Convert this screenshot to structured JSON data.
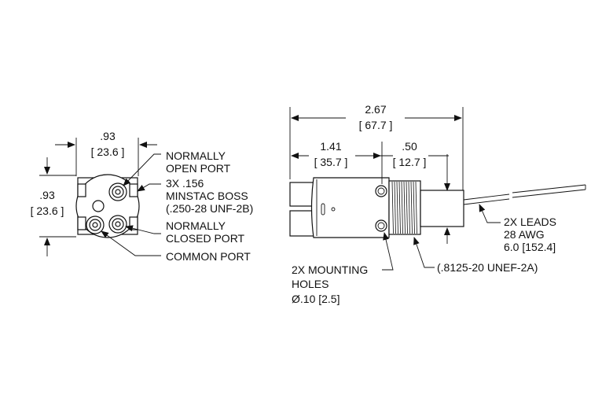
{
  "end_view": {
    "width_in": ".93",
    "width_mm": "[ 23.6 ]",
    "height_in": ".93",
    "height_mm": "[ 23.6 ]",
    "callouts": {
      "normally_open_line1": "NORMALLY",
      "normally_open_line2": "OPEN PORT",
      "boss_line1": "3X .156",
      "boss_line2": "MINSTAC BOSS",
      "boss_line3": "(.250-28 UNF-2B)",
      "normally_closed_line1": "NORMALLY",
      "normally_closed_line2": "CLOSED PORT",
      "common_port": "COMMON PORT"
    }
  },
  "side_view": {
    "overall_in": "2.67",
    "overall_mm": "[ 67.7 ]",
    "body_in": "1.41",
    "body_mm": "[ 35.7 ]",
    "thread_in": ".50",
    "thread_mm": "[ 12.7 ]",
    "callouts": {
      "leads_line1": "2X LEADS",
      "leads_line2": "28 AWG",
      "leads_line3": "6.0 [152.4]",
      "mounting_line1": "2X MOUNTING",
      "mounting_line2": "HOLES",
      "mounting_line3": "Ø.10 [2.5]",
      "thread_spec": "(.8125-20 UNEF-2A)"
    }
  }
}
